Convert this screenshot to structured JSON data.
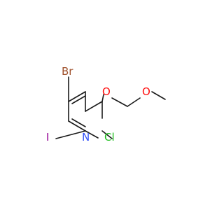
{
  "molecule": {
    "atoms": [
      {
        "id": "Br",
        "label": "Br",
        "color": "#a0522d"
      },
      {
        "id": "O1",
        "label": "O",
        "color": "#ff0d0d"
      },
      {
        "id": "O2",
        "label": "O",
        "color": "#ff0d0d"
      },
      {
        "id": "I",
        "label": "I",
        "color": "#940094"
      },
      {
        "id": "N",
        "label": "N",
        "color": "#3050f8"
      },
      {
        "id": "Cl",
        "label": "Cl",
        "color": "#1fbf1f"
      }
    ],
    "bond_color": "#1a1a1a"
  }
}
